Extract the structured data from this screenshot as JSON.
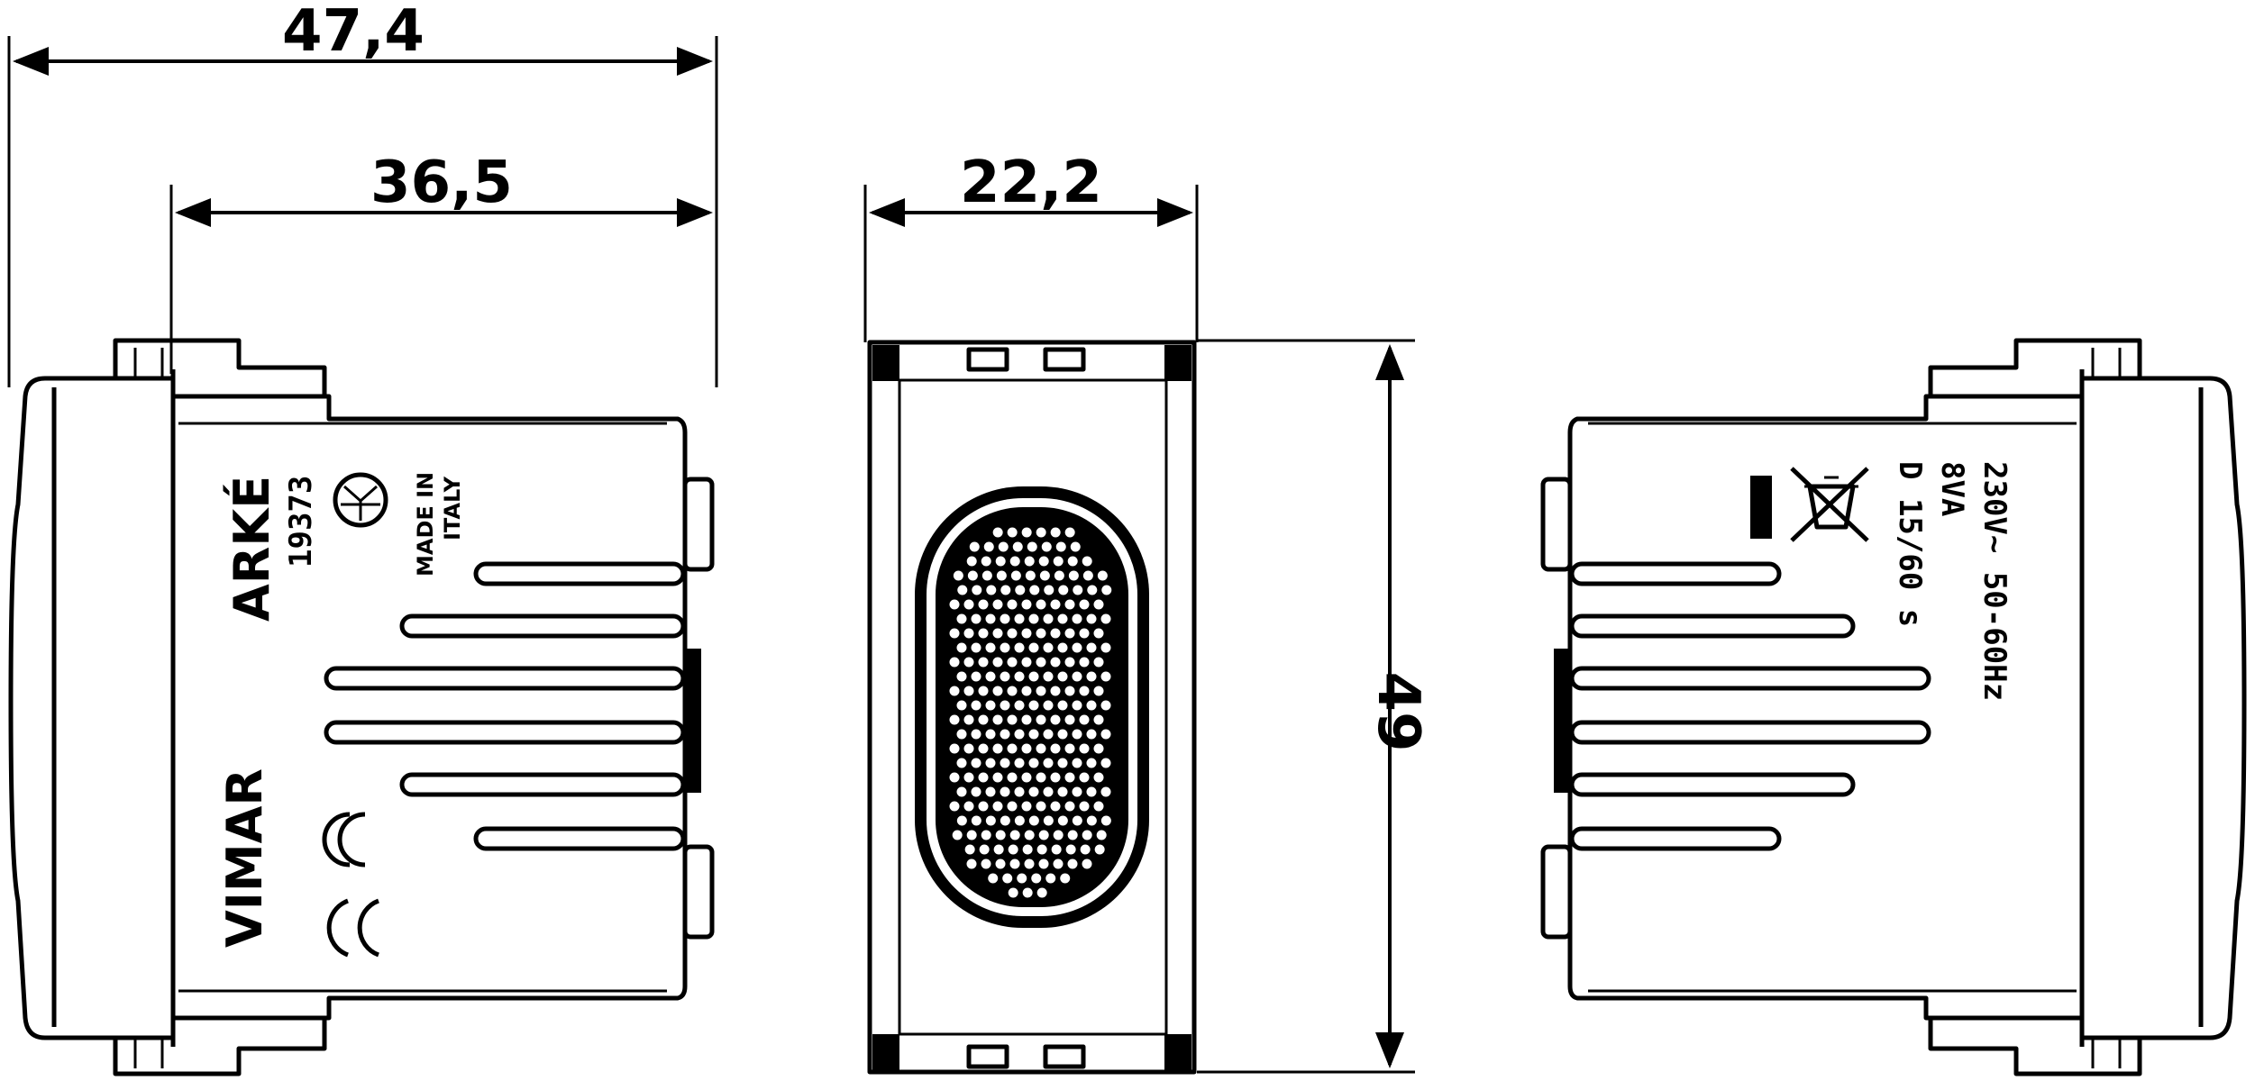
{
  "dimensions": {
    "overall_depth": "47,4",
    "body_depth": "36,5",
    "front_width": "22,2",
    "height": "49"
  },
  "left_view_markings": {
    "line_brand": "ARKÉ",
    "product_code": "19373",
    "origin_line1": "MADE IN",
    "origin_line2": "ITALY",
    "manufacturer": "VIMAR",
    "conformity_mark": "CE"
  },
  "right_view_markings": {
    "voltage": "230V~ 50-60Hz",
    "power": "8VA",
    "duty_cycle": "D 15/60 s"
  },
  "icons": [
    "imq-approval-mark-icon",
    "ce-mark-icon",
    "crossed-bin-weee-icon",
    "led-grid-lens-icon"
  ]
}
